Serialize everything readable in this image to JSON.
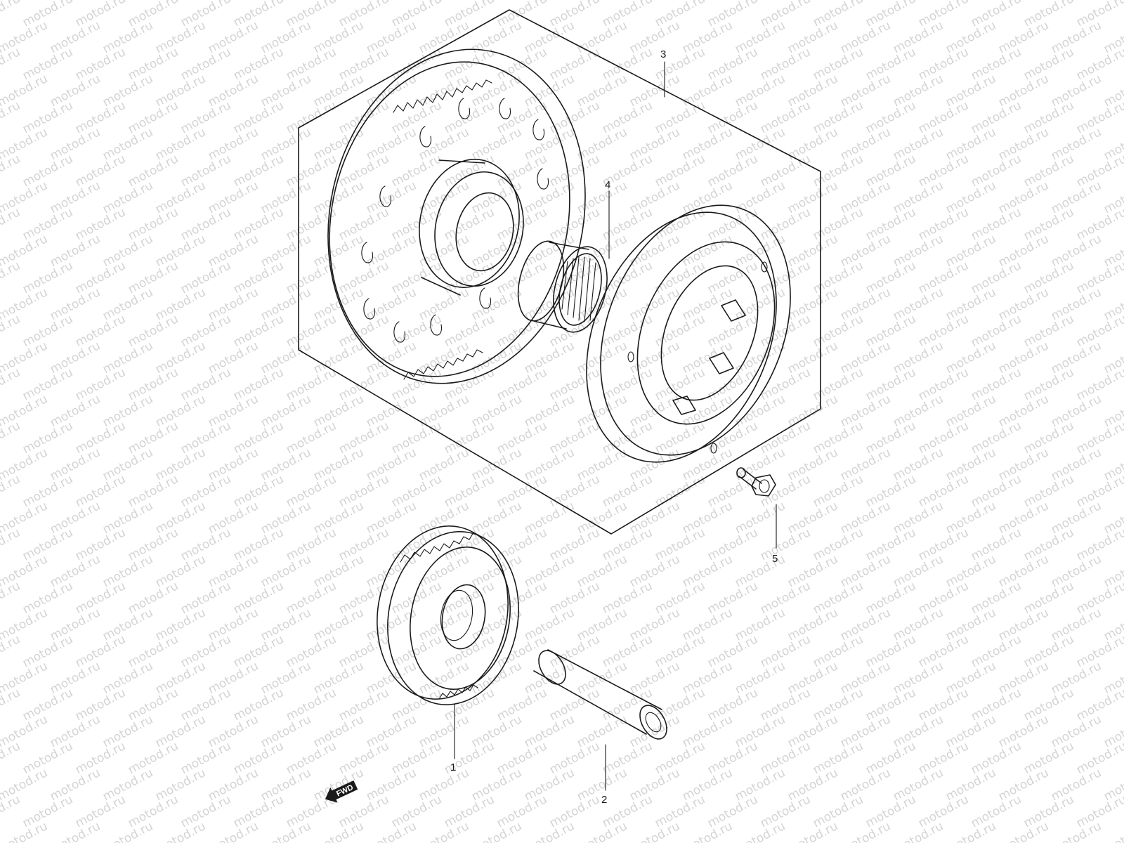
{
  "watermark": {
    "text": "motod.ru"
  },
  "parts": [
    {
      "id": "part-1",
      "number": "1"
    },
    {
      "id": "part-2",
      "number": "2"
    },
    {
      "id": "part-3",
      "number": "3"
    },
    {
      "id": "part-4",
      "number": "4"
    },
    {
      "id": "part-5",
      "number": "5"
    }
  ],
  "direction_marker": {
    "text": "FWD"
  },
  "colors": {
    "line": "#1a1a1a",
    "watermark": "#d4d4d4",
    "background": "#ffffff"
  }
}
